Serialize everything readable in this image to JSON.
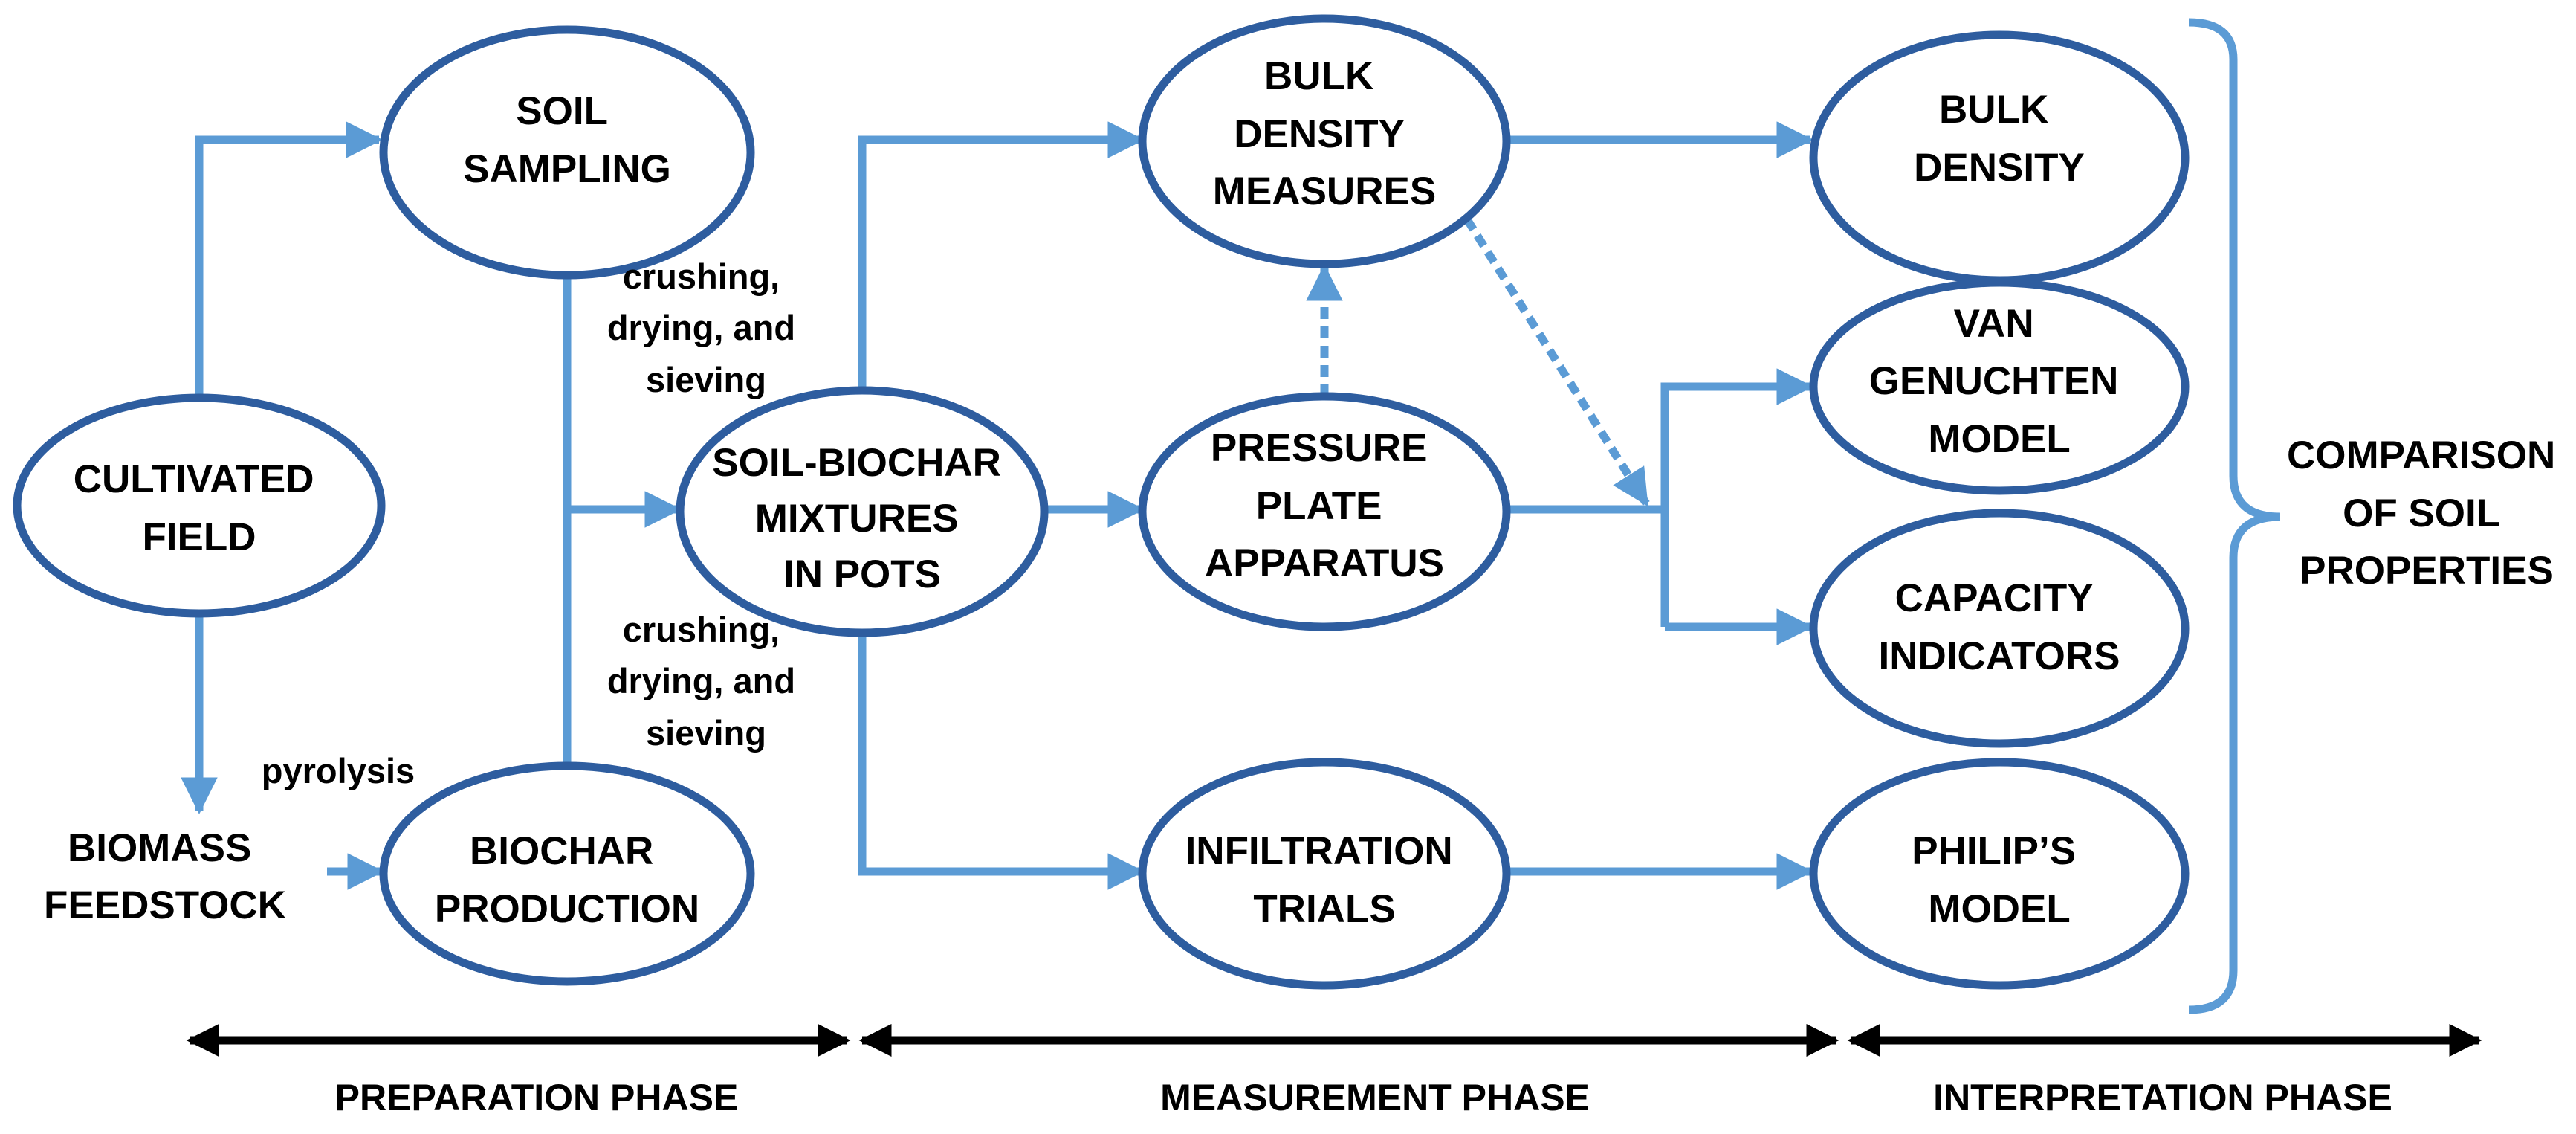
{
  "colors": {
    "ellipse_stroke": "#2e5d9f",
    "arrow": "#5b9bd5",
    "phase_arrow": "#000000"
  },
  "nodes": {
    "cultivated_field": [
      "CULTIVATED",
      "FIELD"
    ],
    "soil_sampling": [
      "SOIL",
      "SAMPLING"
    ],
    "biochar_production": [
      "BIOCHAR",
      "PRODUCTION"
    ],
    "soil_biochar_mixtures": [
      "SOIL-BIOCHAR",
      "MIXTURES",
      "IN POTS"
    ],
    "bulk_density_measures": [
      "BULK",
      "DENSITY",
      "MEASURES"
    ],
    "pressure_plate_apparatus": [
      "PRESSURE",
      "PLATE",
      "APPARATUS"
    ],
    "infiltration_trials": [
      "INFILTRATION",
      "TRIALS"
    ],
    "bulk_density": [
      "BULK",
      "DENSITY"
    ],
    "van_genuchten_model": [
      "VAN",
      "GENUCHTEN",
      "MODEL"
    ],
    "capacity_indicators": [
      "CAPACITY",
      "INDICATORS"
    ],
    "philips_model": [
      "PHILIP’S",
      "MODEL"
    ]
  },
  "labels": {
    "biomass_feedstock": [
      "BIOMASS",
      "FEEDSTOCK"
    ],
    "pyrolysis": "pyrolysis",
    "crushing_top": [
      "crushing,",
      "drying, and",
      "sieving"
    ],
    "crushing_bottom": [
      "crushing,",
      "drying, and",
      "sieving"
    ],
    "comparison": [
      "COMPARISON",
      "OF SOIL",
      "PROPERTIES"
    ]
  },
  "phases": {
    "preparation": "PREPARATION PHASE",
    "measurement": "MEASUREMENT PHASE",
    "interpretation": "INTERPRETATION PHASE"
  }
}
